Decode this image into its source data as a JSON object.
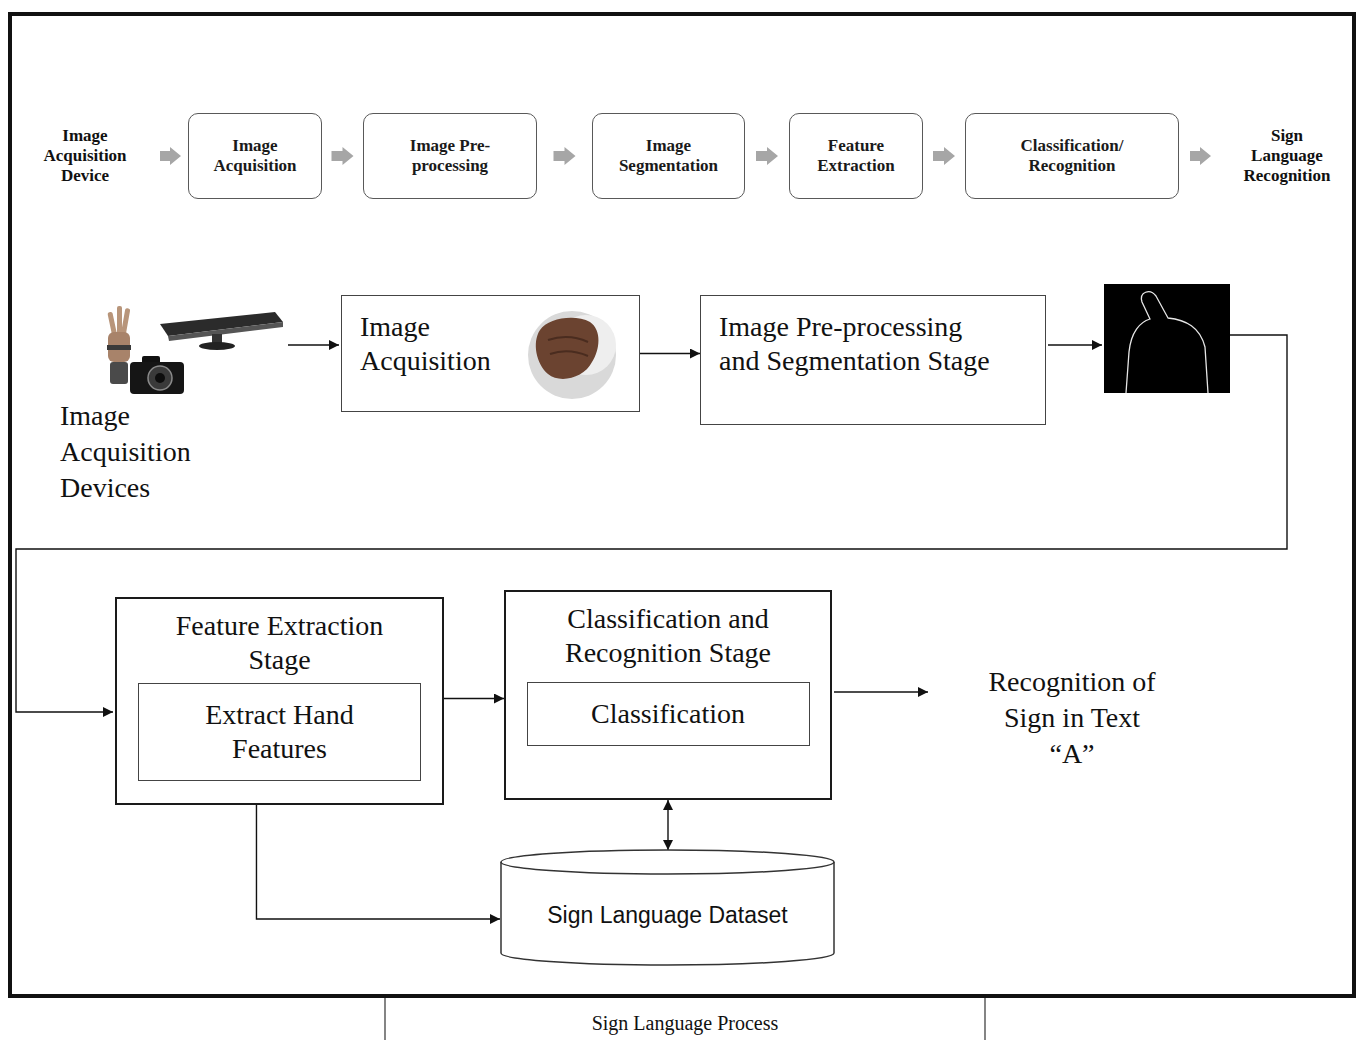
{
  "diagram": {
    "caption": "Sign Language Process",
    "nodes": [
      {
        "text": [
          "Image Acquisition"
        ]
      },
      {
        "text": [
          "Image Pre-processing"
        ]
      },
      {
        "text": [
          "Image Segmentation"
        ]
      },
      {
        "text": [
          "Feature Extraction"
        ]
      },
      {
        "text": [
          "Classification/ Recognition"
        ]
      },
      {
        "text": [
          "Image Acquisition"
        ]
      },
      {
        "text": [
          "Image Pre-processing and Segmentation Stage"
        ]
      },
      {
        "text": [
          "Feature Extraction Stage"
        ]
      },
      {
        "text": [
          "Extract Hand Features"
        ],
        "in": 7
      },
      {
        "text": [
          "Classification and Recognition Stage"
        ]
      },
      {
        "text": [
          "Classification"
        ],
        "in": 9
      },
      {
        "text": [
          "Sign Language Dataset"
        ]
      }
    ],
    "edges": [
      {
        "from": 0,
        "to": 1,
        "arrow": "to"
      },
      {
        "from": 1,
        "to": 2,
        "arrow": "to"
      },
      {
        "from": 2,
        "to": 3,
        "arrow": "to"
      },
      {
        "from": 3,
        "to": 4,
        "arrow": "to"
      },
      {
        "from": 5,
        "to": 6,
        "arrow": "to"
      },
      {
        "from": 7,
        "to": 9,
        "arrow": "to"
      },
      {
        "from": 9,
        "to": 11,
        "arrow": "both"
      },
      {
        "from": 7,
        "to": 11,
        "arrow": "to"
      }
    ],
    "labels": [
      "Image Acquisition Device",
      "Sign Language Recognition",
      "Image Acquisition Devices",
      "Recognition of Sign in Text “A”"
    ]
  }
}
